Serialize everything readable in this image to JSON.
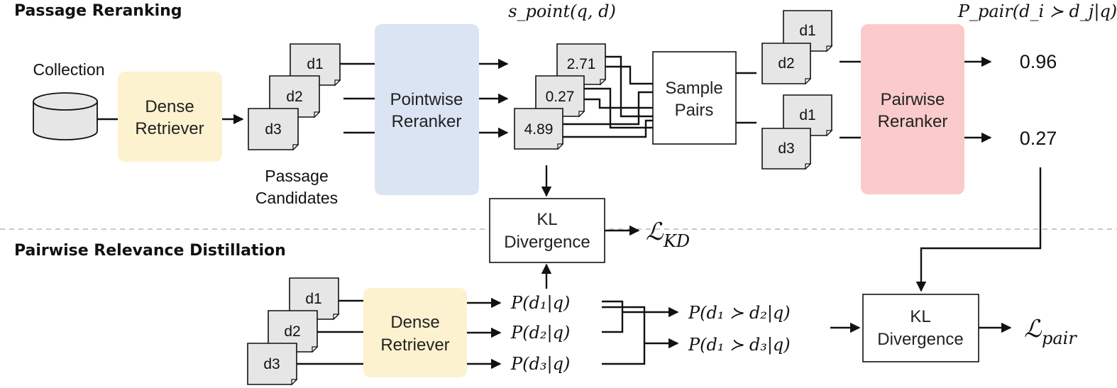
{
  "colors": {
    "retriever_fill": "#fdf2cf",
    "pointwise_fill": "#dbe4f3",
    "pairwise_fill": "#fbcaca",
    "doc_fill": "#e6e6e6",
    "divider": "#b5b5b5"
  },
  "sections": {
    "top_title": "Passage Reranking",
    "bottom_title": "Pairwise Relevance Distillation"
  },
  "collection": {
    "label": "Collection"
  },
  "dense_retriever": {
    "line1": "Dense",
    "line2": "Retriever"
  },
  "candidates": {
    "docs": [
      "d1",
      "d2",
      "d3"
    ],
    "caption_line1": "Passage",
    "caption_line2": "Candidates"
  },
  "pointwise_reranker": {
    "line1": "Pointwise",
    "line2": "Reranker"
  },
  "point_scores": {
    "heading": "s_point(q, d)",
    "values": [
      "2.71",
      "0.27",
      "4.89"
    ]
  },
  "sample_pairs": {
    "line1": "Sample",
    "line2": "Pairs"
  },
  "pairs": [
    {
      "a": "d1",
      "b": "d2"
    },
    {
      "a": "d1",
      "b": "d3"
    }
  ],
  "pairwise_reranker": {
    "line1": "Pairwise",
    "line2": "Reranker"
  },
  "pair_scores": {
    "heading": "P_pair(d_i ≻ d_j|q)",
    "values": [
      "0.96",
      "0.27"
    ]
  },
  "kl_top": {
    "line1": "KL",
    "line2": "Divergence"
  },
  "loss_kd": {
    "symbol": "ℒ",
    "sub": "KD"
  },
  "bottom_docs": [
    "d1",
    "d2",
    "d3"
  ],
  "student_retriever": {
    "line1": "Dense",
    "line2": "Retriever"
  },
  "student_probs": [
    "P(d₁|q)",
    "P(d₂|q)",
    "P(d₃|q)"
  ],
  "student_pair_probs": [
    "P(d₁ ≻ d₂|q)",
    "P(d₁ ≻ d₃|q)"
  ],
  "kl_bottom": {
    "line1": "KL",
    "line2": "Divergence"
  },
  "loss_pair": {
    "symbol": "ℒ",
    "sub": "pair"
  }
}
